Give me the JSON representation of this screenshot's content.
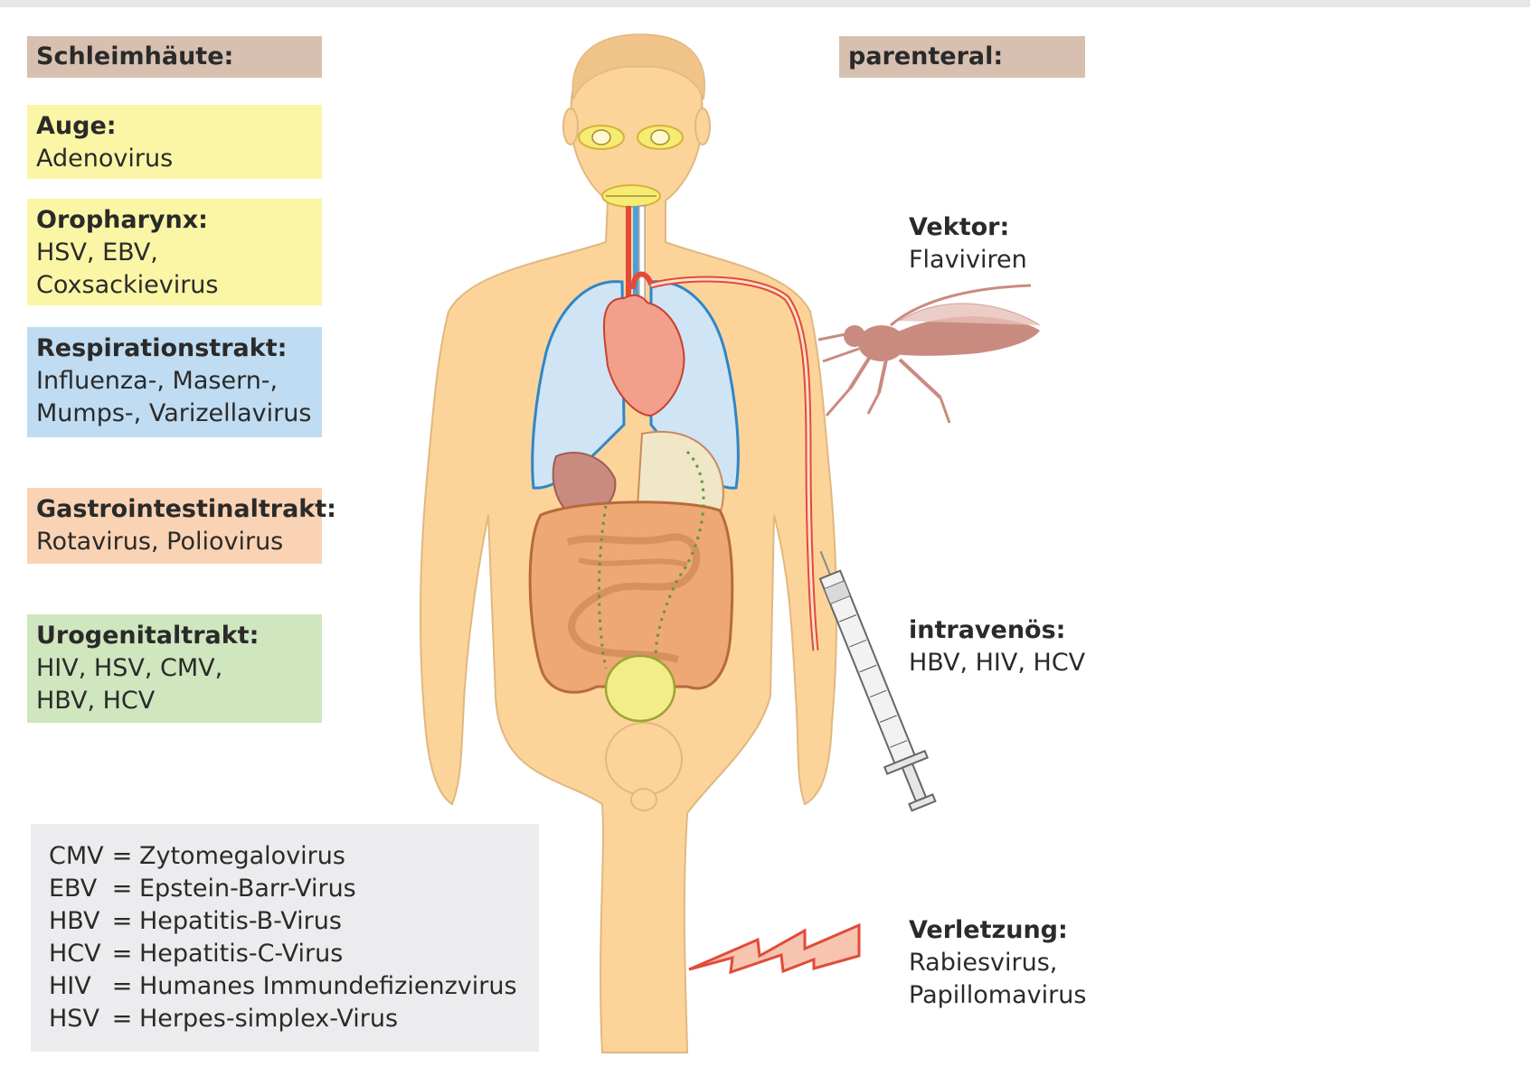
{
  "header_left": "Schleimhäute:",
  "header_right": "parenteral:",
  "mucosa": [
    {
      "title": "Auge:",
      "viruses": [
        "Adenovirus"
      ],
      "color": "#fbf6a6"
    },
    {
      "title": "Oropharynx:",
      "viruses": [
        "HSV, EBV,",
        "Coxsackievirus"
      ],
      "color": "#fbf6a6"
    },
    {
      "title": "Respirationstrakt:",
      "viruses": [
        "Influenza-, Masern-,",
        "Mumps-, Varizellavirus"
      ],
      "color": "#bfdcf2"
    },
    {
      "title": "Gastrointestinaltrakt:",
      "viruses": [
        "Rotavirus, Poliovirus"
      ],
      "color": "#fad3b4"
    },
    {
      "title": "Urogenitaltrakt:",
      "viruses": [
        "HIV, HSV, CMV,",
        "HBV, HCV"
      ],
      "color": "#cfe6be"
    }
  ],
  "parenteral": [
    {
      "title": "Vektor:",
      "viruses": [
        "Flaviviren"
      ]
    },
    {
      "title": "intravenös:",
      "viruses": [
        "HBV, HIV, HCV"
      ]
    },
    {
      "title": "Verletzung:",
      "viruses": [
        "Rabiesvirus,",
        "Papillomavirus"
      ]
    }
  ],
  "legend": [
    {
      "abbr": "CMV",
      "eq": "=",
      "name": "Zytomegalovirus"
    },
    {
      "abbr": "EBV",
      "eq": "=",
      "name": "Epstein-Barr-Virus"
    },
    {
      "abbr": "HBV",
      "eq": "=",
      "name": "Hepatitis-B-Virus"
    },
    {
      "abbr": "HCV",
      "eq": "=",
      "name": "Hepatitis-C-Virus"
    },
    {
      "abbr": "HIV",
      "eq": "=",
      "name": "Humanes Immundefizienzvirus"
    },
    {
      "abbr": "HSV",
      "eq": "=",
      "name": "Herpes-simplex-Virus"
    }
  ],
  "colors": {
    "skin": "#fcd49a",
    "skin_outline": "#e0b880",
    "lung": "#cfe4f5",
    "lung_outline": "#2f86c8",
    "heart": "#f2a08c",
    "vessel": "#e24a3a",
    "intestine": "#eea874",
    "mosquito": "#c98b80",
    "lightning": "#e24a3a"
  },
  "icons": {
    "mosquito": "mosquito-icon",
    "syringe": "syringe-icon",
    "lightning": "lightning-icon"
  }
}
